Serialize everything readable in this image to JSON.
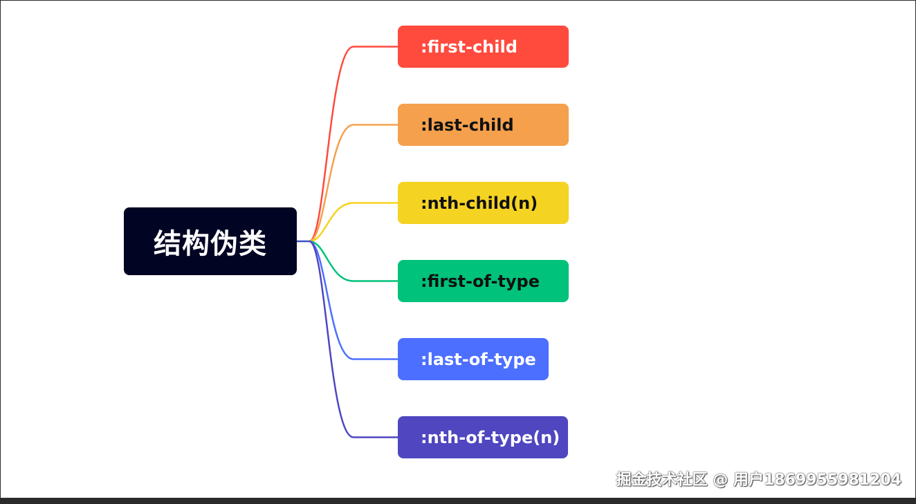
{
  "root": {
    "label": "结构伪类",
    "color": "#020423"
  },
  "children": [
    {
      "label": ":first-child",
      "color": "#FF4A3E",
      "text_color": "#ffffff"
    },
    {
      "label": ":last-child",
      "color": "#F5A04D",
      "text_color": "#111111"
    },
    {
      "label": ":nth-child(n)",
      "color": "#F5D322",
      "text_color": "#111111"
    },
    {
      "label": ":first-of-type",
      "color": "#00C27A",
      "text_color": "#111111"
    },
    {
      "label": ":last-of-type",
      "color": "#4C6FFF",
      "text_color": "#ffffff"
    },
    {
      "label": ":nth-of-type(n)",
      "color": "#4F46C0",
      "text_color": "#ffffff"
    }
  ],
  "watermark": "掘金技术社区 @ 用户1869955981204"
}
